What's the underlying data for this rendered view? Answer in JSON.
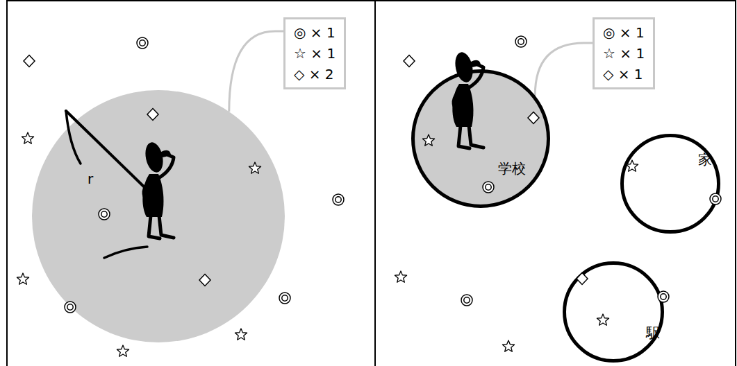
{
  "diagram": {
    "nodes": [
      {
        "text": [
          "r"
        ]
      },
      {
        "text": [
          "◎ × 1",
          "☆ × 1",
          "◇ × 2"
        ]
      },
      {
        "text": [
          "学校"
        ]
      },
      {
        "text": [
          "◎ × 1",
          "☆ × 1",
          "◇ × 1"
        ]
      },
      {
        "text": [
          "家"
        ]
      },
      {
        "text": [
          "駅"
        ]
      }
    ],
    "edges": [
      {
        "from": 1,
        "to": 0,
        "arrow": "none"
      },
      {
        "from": 3,
        "to": 2,
        "arrow": "none"
      }
    ]
  }
}
